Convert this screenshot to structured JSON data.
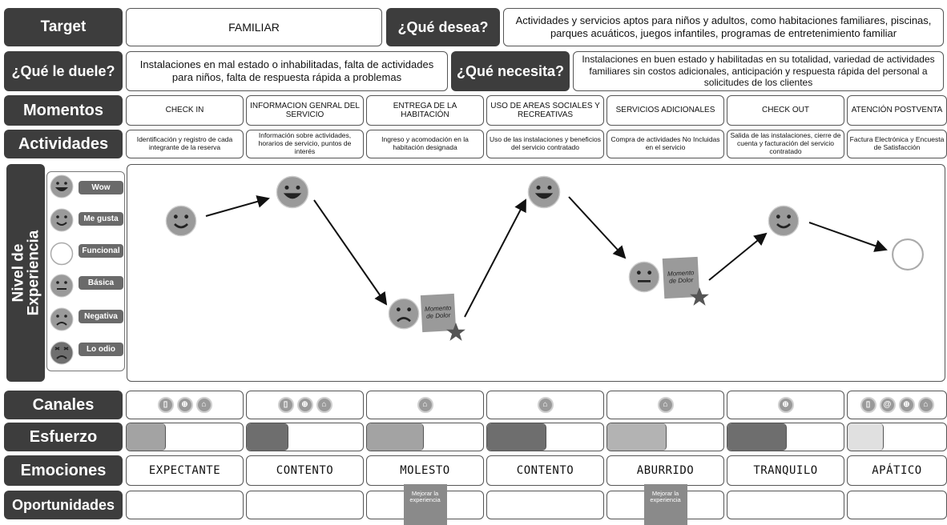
{
  "target": {
    "label": "Target",
    "value": "FAMILIAR"
  },
  "desea": {
    "label": "¿Qué desea?",
    "value": "Actividades y servicios aptos para niños y adultos, como habitaciones familiares, piscinas, parques acuáticos, juegos infantiles, programas de entretenimiento familiar"
  },
  "duele": {
    "label": "¿Qué le duele?",
    "value": "Instalaciones en mal estado o inhabilitadas, falta de actividades para niños, falta de respuesta rápida a problemas"
  },
  "necesita": {
    "label": "¿Qué necesita?",
    "value": "Instalaciones en buen estado y habilitadas en su totalidad, variedad de actividades familiares sin costos adicionales, anticipación y respuesta rápida del personal a solicitudes de los clientes"
  },
  "row_labels": {
    "momentos": "Momentos",
    "actividades": "Actividades",
    "nivel": "Nivel de Experiencia",
    "canales": "Canales",
    "esfuerzo": "Esfuerzo",
    "emociones": "Emociones",
    "oportunidades": "Oportunidades"
  },
  "stages": [
    {
      "momento": "CHECK IN",
      "actividad": "Identificación y registro de cada integrante de la reserva",
      "channels": [
        "phone",
        "web",
        "store"
      ],
      "effort": 0.33,
      "effort_color": "#a3a3a3",
      "emocion": "EXPECTANTE",
      "level": "Me gusta",
      "oportunidad": ""
    },
    {
      "momento": "INFORMACION GENRAL DEL SERVICIO",
      "actividad": "Información sobre actividades, horarios de servicio, puntos de interés",
      "channels": [
        "phone",
        "web",
        "store"
      ],
      "effort": 0.35,
      "effort_color": "#6e6e6e",
      "emocion": "CONTENTO",
      "level": "Wow",
      "oportunidad": ""
    },
    {
      "momento": "ENTREGA DE LA HABITACIÓN",
      "actividad": "Ingreso y acomodación en la habitación designada",
      "channels": [
        "store"
      ],
      "effort": 0.48,
      "effort_color": "#a3a3a3",
      "emocion": "MOLESTO",
      "level": "Negativa",
      "oportunidad": "Mejorar la experiencia"
    },
    {
      "momento": "USO DE AREAS SOCIALES Y RECREATIVAS",
      "actividad": "Uso de las instalaciones y beneficios del servicio contratado",
      "channels": [
        "store"
      ],
      "effort": 0.5,
      "effort_color": "#6e6e6e",
      "emocion": "CONTENTO",
      "level": "Wow",
      "oportunidad": ""
    },
    {
      "momento": "SERVICIOS ADICIONALES",
      "actividad": "Compra de actividades No Incluidas en el servicio",
      "channels": [
        "store"
      ],
      "effort": 0.5,
      "effort_color": "#b3b3b3",
      "emocion": "ABURRIDO",
      "level": "Básica",
      "oportunidad": "Mejorar la experiencia"
    },
    {
      "momento": "CHECK OUT",
      "actividad": "Salida de las instalaciones, cierre de cuenta y facturación del servicio contratado",
      "channels": [
        "web"
      ],
      "effort": 0.5,
      "effort_color": "#6e6e6e",
      "emocion": "TRANQUILO",
      "level": "Me gusta",
      "oportunidad": ""
    },
    {
      "momento": "ATENCIÓN POSTVENTA",
      "actividad": "Factura Electrónica y Encuesta de Satisfacción",
      "channels": [
        "phone",
        "email",
        "web",
        "store"
      ],
      "effort": 0.36,
      "effort_color": "#e0e0e0",
      "emocion": "APÁTICO",
      "level": "Funcional",
      "oportunidad": ""
    }
  ],
  "legend": [
    {
      "label": "Wow",
      "face": "wow"
    },
    {
      "label": "Me gusta",
      "face": "smile"
    },
    {
      "label": "Funcional",
      "face": "empty"
    },
    {
      "label": "Básica",
      "face": "neutral"
    },
    {
      "label": "Negativa",
      "face": "sad"
    },
    {
      "label": "Lo odio",
      "face": "angry"
    }
  ],
  "pain_note": "Momento de Dolor",
  "channel_icons": {
    "phone": "phone-icon",
    "web": "globe-icon",
    "store": "store-icon",
    "email": "email-icon"
  },
  "colors": {
    "header": "#3d3d3d",
    "face": "#9a9a9a",
    "face_dark": "#7a7a7a"
  }
}
